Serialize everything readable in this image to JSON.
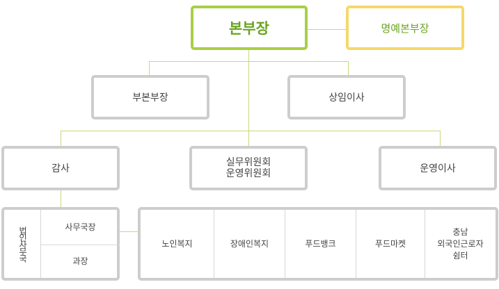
{
  "org": {
    "top": "본부장",
    "honorary": "명예본부장",
    "vice": "부본부장",
    "standing": "상임이사",
    "auditor": "감사",
    "committees": "실무위원회\n운영위원회",
    "operation": "운영이사",
    "office": {
      "vertical_label": "법인사무국",
      "rows": [
        "사무국장",
        "과장"
      ]
    },
    "programs": [
      "노인복지",
      "장애인복지",
      "푸드뱅크",
      "푸드마켓",
      "충남\n외국인근로자\n쉼터"
    ]
  },
  "colors": {
    "top_border": "#a8cf45",
    "honorary_border": "#f6d86a",
    "box_border": "#cdcdcd",
    "connector": "#c4d97b",
    "top_text": "#6aa321"
  }
}
